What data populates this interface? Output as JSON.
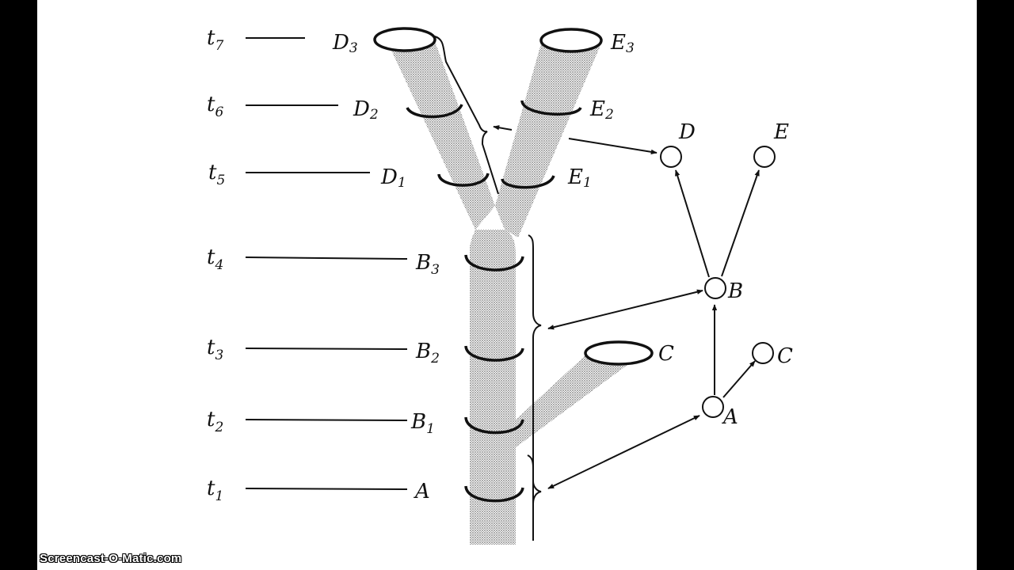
{
  "time_labels": [
    {
      "id": "t7",
      "base": "t",
      "sub": "7"
    },
    {
      "id": "t6",
      "base": "t",
      "sub": "6"
    },
    {
      "id": "t5",
      "base": "t",
      "sub": "5"
    },
    {
      "id": "t4",
      "base": "t",
      "sub": "4"
    },
    {
      "id": "t3",
      "base": "t",
      "sub": "3"
    },
    {
      "id": "t2",
      "base": "t",
      "sub": "2"
    },
    {
      "id": "t1",
      "base": "t",
      "sub": "1"
    }
  ],
  "stage_labels": [
    {
      "id": "D3",
      "base": "D",
      "sub": "3"
    },
    {
      "id": "E3",
      "base": "E",
      "sub": "3"
    },
    {
      "id": "D2",
      "base": "D",
      "sub": "2"
    },
    {
      "id": "E2",
      "base": "E",
      "sub": "2"
    },
    {
      "id": "D1",
      "base": "D",
      "sub": "1"
    },
    {
      "id": "E1",
      "base": "E",
      "sub": "1"
    },
    {
      "id": "B3",
      "base": "B",
      "sub": "3"
    },
    {
      "id": "B2",
      "base": "B",
      "sub": "2"
    },
    {
      "id": "B1",
      "base": "B",
      "sub": "1"
    },
    {
      "id": "A",
      "base": "A",
      "sub": ""
    },
    {
      "id": "C",
      "base": "C",
      "sub": ""
    }
  ],
  "tree_nodes": [
    {
      "id": "D",
      "label": "D"
    },
    {
      "id": "E",
      "label": "E"
    },
    {
      "id": "B",
      "label": "B"
    },
    {
      "id": "A",
      "label": "A"
    },
    {
      "id": "C",
      "label": "C"
    }
  ],
  "tree_edges": [
    {
      "from": "A",
      "to": "B"
    },
    {
      "from": "A",
      "to": "C"
    },
    {
      "from": "B",
      "to": "D"
    },
    {
      "from": "B",
      "to": "E"
    }
  ],
  "watermark": "Screencast-O-Matic.com"
}
